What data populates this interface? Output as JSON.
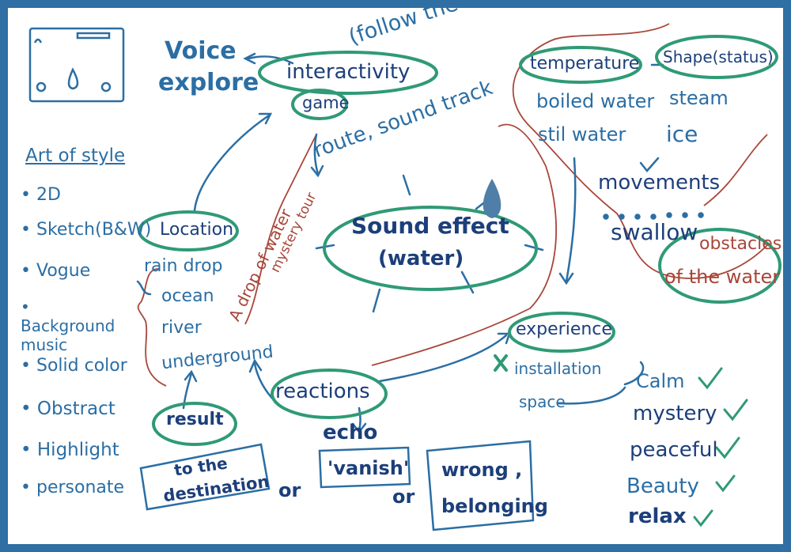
{
  "voice": {
    "line1": "Voice",
    "line2": "explore"
  },
  "interactivity": "interactivity",
  "game": "game",
  "follow": "(follow the sound back home)",
  "route": "route, sound track",
  "temperature": "temperature",
  "shape": "Shape(status)",
  "states": [
    {
      "temp": "boiled water",
      "shape": "steam"
    },
    {
      "temp": "stil water",
      "shape": "ice"
    }
  ],
  "movements": "movements",
  "swallow": "swallow",
  "obstacles": {
    "line1": "obstacles",
    "line2": "of the water"
  },
  "center": {
    "line1": "Sound effect",
    "line2": "(water)"
  },
  "drop_tour": {
    "line1": "A drop of water",
    "line2": "mystery tour"
  },
  "art_style": {
    "title": "Art of style",
    "items": [
      "2D",
      "Sketch(B&W)",
      "Vogue",
      "Background music",
      "Solid color",
      "Obstract",
      "Highlight",
      "personate"
    ]
  },
  "location": {
    "label": "Location",
    "items": [
      "rain drop",
      "ocean",
      "river",
      "underground"
    ]
  },
  "result": "result",
  "reactions": "reactions",
  "experience": {
    "label": "experience",
    "items": [
      "installation",
      "space"
    ]
  },
  "moods": [
    "Calm",
    "mystery",
    "peaceful",
    "Beauty",
    "relax"
  ],
  "outcomes": {
    "destination": {
      "line1": "to the",
      "line2": "destination"
    },
    "echo": "echo",
    "vanish": "'vanish'",
    "or": "or",
    "wrong": {
      "line1": "wrong ,",
      "line2": "belonging"
    }
  },
  "colors": {
    "blue": "#2b6ea4",
    "navy": "#1c3f7a",
    "green": "#2f9a76",
    "red": "#a8463a",
    "frame": "#2f6fa3"
  }
}
